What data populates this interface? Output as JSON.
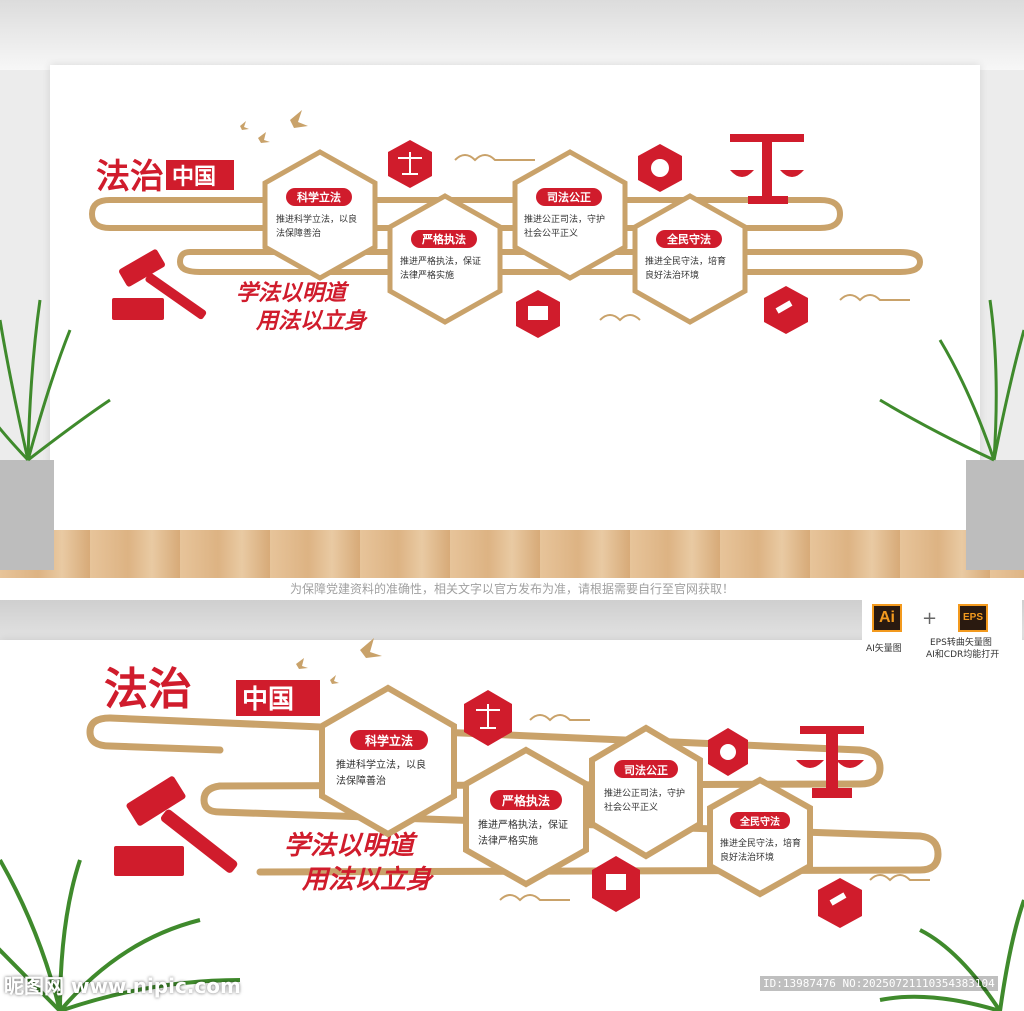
{
  "wall": {
    "title_fa": "法治",
    "title_zg": "中国",
    "slogan_line1": "学法以明道",
    "slogan_line2": "用法以立身",
    "cards": [
      {
        "label": "科学立法",
        "desc1": "推进科学立法，以良",
        "desc2": "法保障善治"
      },
      {
        "label": "严格执法",
        "desc1": "推进严格执法，保证",
        "desc2": "法律严格实施"
      },
      {
        "label": "司法公正",
        "desc1": "推进公正司法，守护",
        "desc2": "社会公平正义"
      },
      {
        "label": "全民守法",
        "desc1": "推进全民守法，培育",
        "desc2": "良好法治环境"
      }
    ]
  },
  "notice": "为保障党建资料的准确性，相关文字以官方发布为准，请根据需要自行至官网获取！",
  "formats": {
    "ai_badge": "Ai",
    "eps_badge": "EPS",
    "plus": "+",
    "ai_caption": "AI矢量图",
    "eps_caption_1": "EPS转曲矢量图",
    "eps_caption_2": "AI和CDR均能打开"
  },
  "watermark_left": "昵图网 www.nipic.com",
  "watermark_right": "ID:13987476 NO:20250721110354383104",
  "colors": {
    "red": "#d01c2c",
    "gold": "#c9a26a",
    "wall": "#ffffff"
  },
  "icons": [
    "scales-icon",
    "xiezhi-icon",
    "gavel-icon",
    "birds-icon",
    "cloud-pattern-icon",
    "plant-icon"
  ]
}
